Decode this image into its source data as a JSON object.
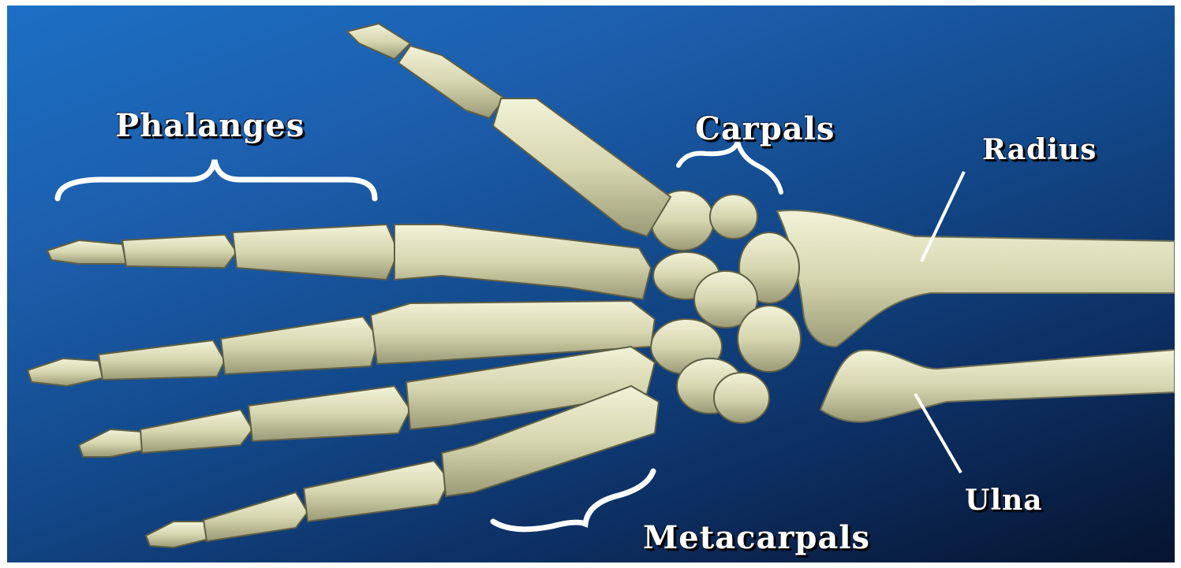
{
  "labels": {
    "phalanges": "Phalanges",
    "carpals": "Carpals",
    "radius": "Radius",
    "ulna": "Ulna",
    "metacarpals": "Metacarpals"
  },
  "colors": {
    "bone": "#d8d8b4",
    "bone_shadow": "#8c8c6a",
    "background_top": "#1b6fc4",
    "background_bottom": "#06142e",
    "label": "#ffffff"
  }
}
